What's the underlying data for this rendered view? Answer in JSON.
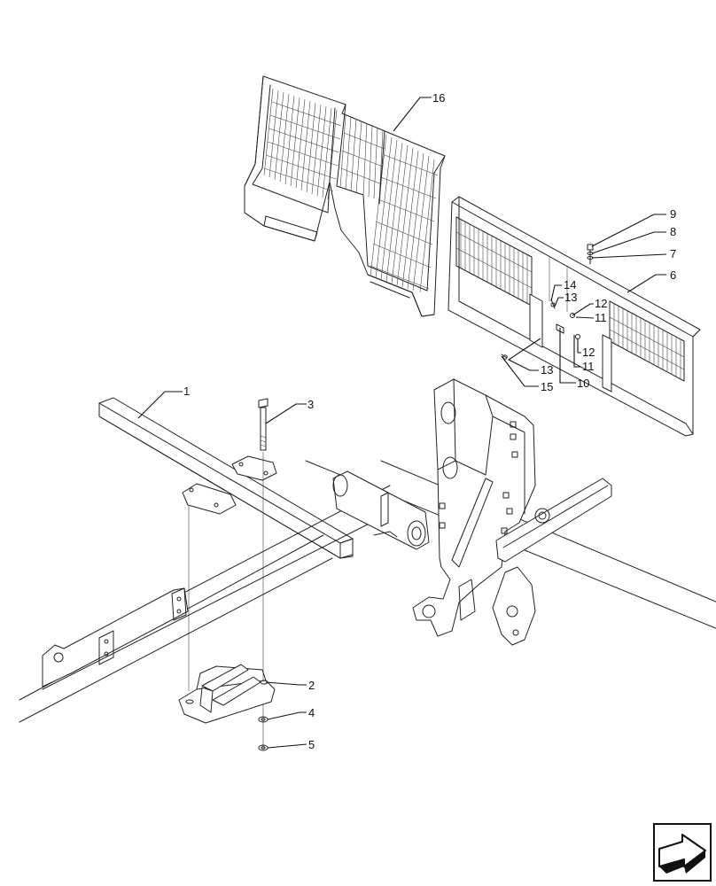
{
  "callouts": {
    "c1": "1",
    "c2": "2",
    "c3": "3",
    "c4": "4",
    "c5": "5",
    "c6": "6",
    "c7": "7",
    "c8": "8",
    "c9": "9",
    "c10": "10",
    "c11a": "11",
    "c11b": "11",
    "c12a": "12",
    "c12b": "12",
    "c13a": "13",
    "c13b": "13",
    "c14": "14",
    "c15": "15",
    "c16": "16"
  },
  "icons": {
    "nav": "next-page-arrow-icon"
  },
  "colors": {
    "line": "#222222",
    "background": "#ffffff"
  }
}
